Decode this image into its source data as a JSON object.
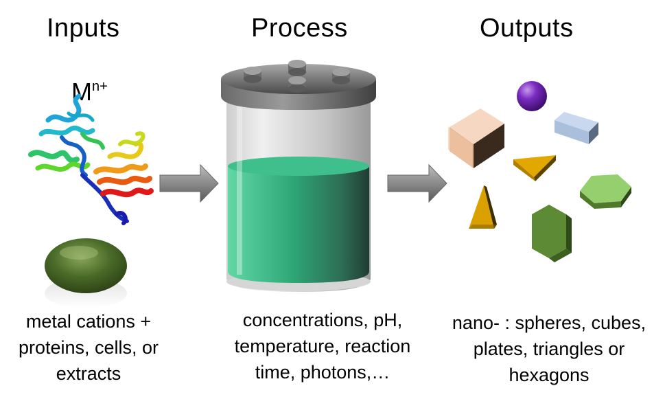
{
  "headings": {
    "inputs": "Inputs",
    "process": "Process",
    "outputs": "Outputs"
  },
  "ion_label": {
    "base": "M",
    "superscript": "n+"
  },
  "captions": {
    "inputs": [
      "metal cations +",
      "proteins, cells, or",
      "extracts"
    ],
    "process": [
      "concentrations, pH,",
      "temperature, reaction",
      "time, photons,…"
    ],
    "outputs": [
      "nano- : spheres, cubes,",
      "plates, triangles or",
      "hexagons"
    ]
  },
  "colors": {
    "liquid": "#3dbd8a",
    "lid": "#7d7d7d",
    "arrow": "#8a8a8a",
    "cell": "#3f5f22",
    "sphere": "#6a1fa3",
    "cube": "#f2c6a6",
    "plate": "#b4c8e2",
    "triangle": "#d9a000",
    "hexagon_light": "#8ec865",
    "hexagon_dark": "#5d8a35"
  }
}
